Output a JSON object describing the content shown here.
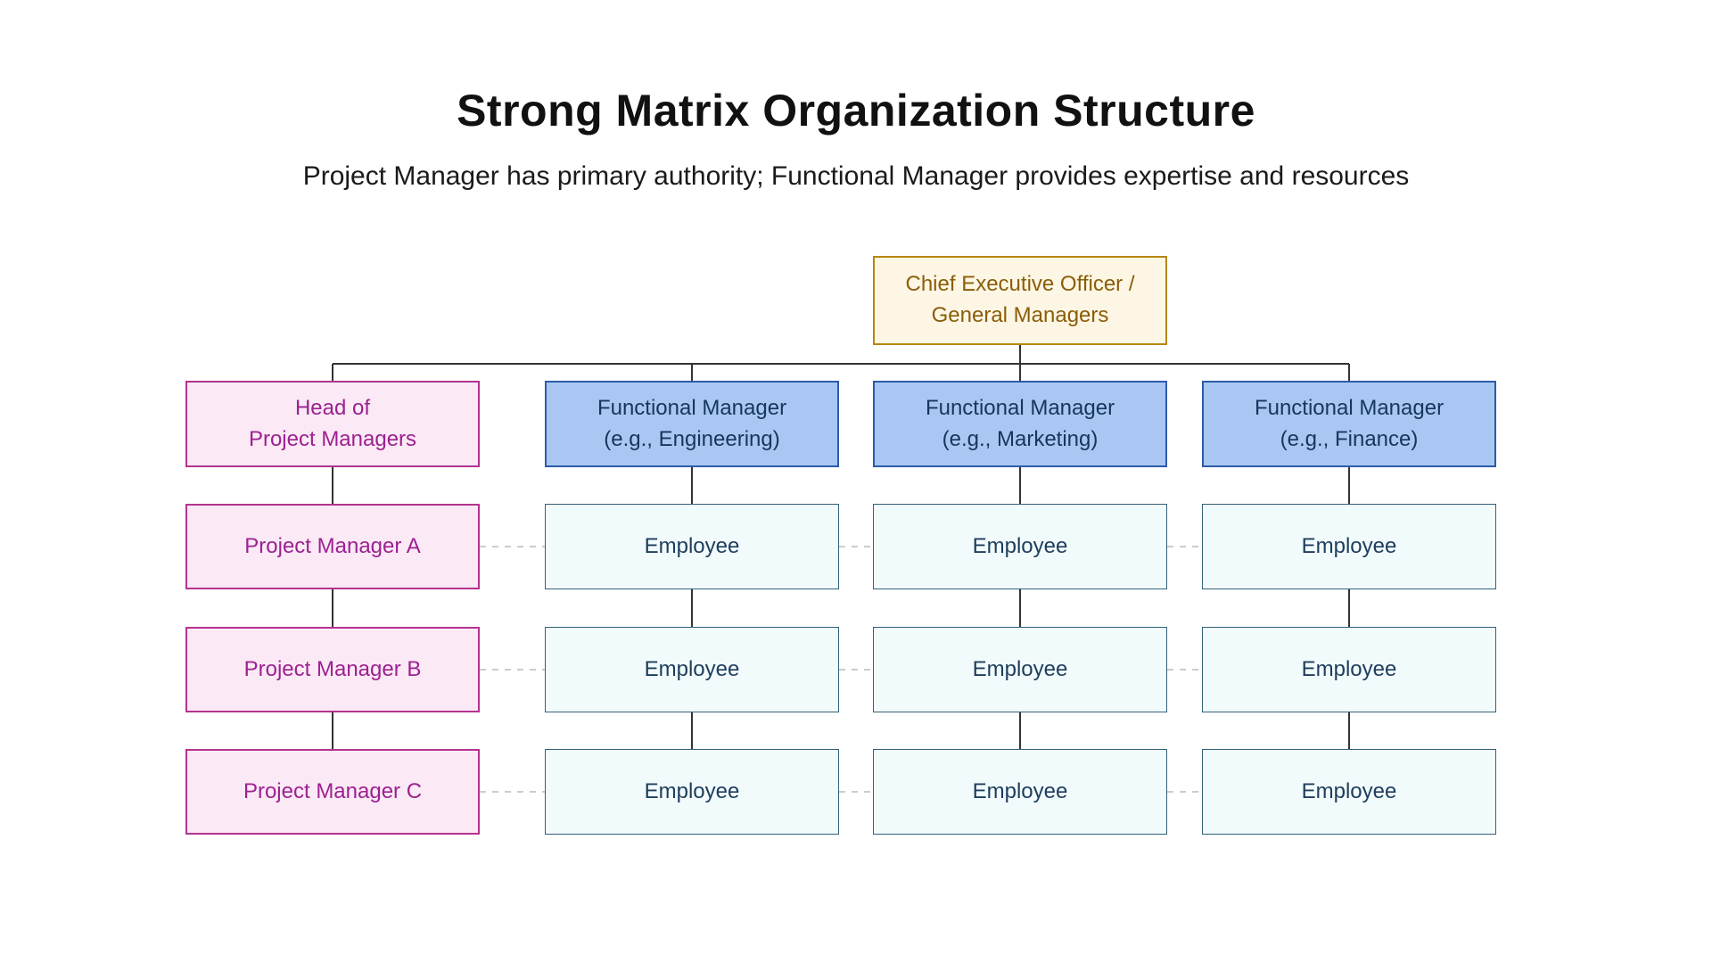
{
  "title": "Strong Matrix Organization Structure",
  "subtitle": "Project Manager has primary authority; Functional Manager provides expertise and resources",
  "chart": {
    "ceo": {
      "label": "Chief Executive Officer /\nGeneral Managers"
    },
    "columns": [
      {
        "header": "Head of\nProject Managers",
        "type": "project"
      },
      {
        "header": "Functional Manager\n(e.g., Engineering)",
        "type": "functional"
      },
      {
        "header": "Functional Manager\n(e.g., Marketing)",
        "type": "functional"
      },
      {
        "header": "Functional Manager\n(e.g., Finance)",
        "type": "functional"
      }
    ],
    "rows": [
      {
        "pm": "Project Manager A",
        "employees": [
          "Employee",
          "Employee",
          "Employee"
        ]
      },
      {
        "pm": "Project Manager B",
        "employees": [
          "Employee",
          "Employee",
          "Employee"
        ]
      },
      {
        "pm": "Project Manager C",
        "employees": [
          "Employee",
          "Employee",
          "Employee"
        ]
      }
    ]
  },
  "colors": {
    "ceo_fill": "#fdf6e4",
    "ceo_border": "#b8860b",
    "ceo_text": "#8a5d08",
    "pm_fill": "#fbe9f6",
    "pm_border": "#b5338e",
    "pm_text": "#9c2190",
    "functional_fill": "#a9c7f2",
    "functional_border": "#2d5ba9",
    "functional_text": "#16365c",
    "employee_fill": "#f2fbfc",
    "employee_border": "#33617a",
    "employee_text": "#1d3d5c",
    "line_solid": "#333333",
    "line_dashed": "#cccccc"
  }
}
